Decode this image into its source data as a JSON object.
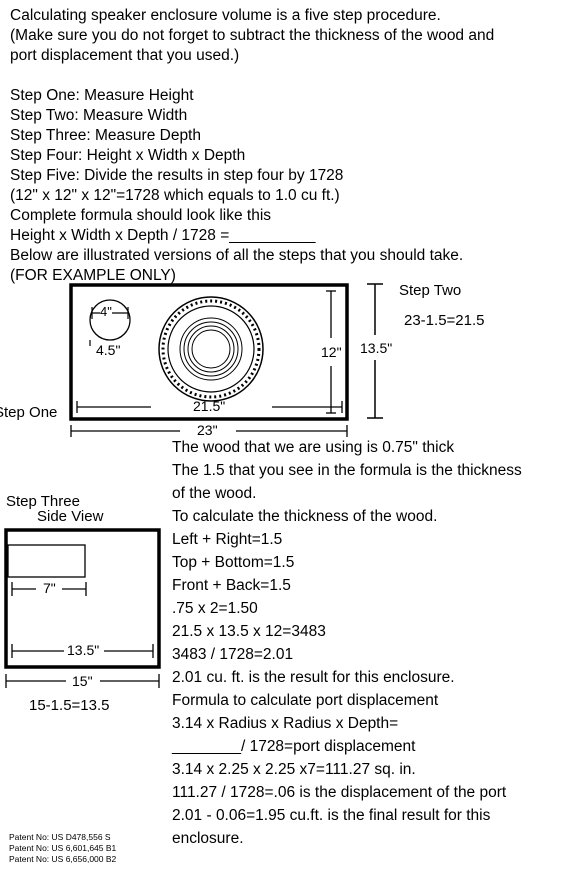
{
  "intro": [
    "Calculating speaker enclosure volume is a five step procedure.",
    "(Make sure you do not forget to subtract the thickness of the wood and",
    "port displacement that you used.)"
  ],
  "steps": [
    "Step One:    Measure Height",
    "Step Two:    Measure Width",
    "Step Three: Measure Depth",
    "Step Four:   Height x Width x Depth",
    "Step Five:   Divide the results in step four by 1728",
    "(12\" x 12\" x 12\"=1728 which equals to 1.0 cu ft.)",
    "Complete formula should look like this",
    "Height x Width x Depth / 1728 =__________",
    "Below are illustrated versions of all the steps that you should take.",
    "(FOR EXAMPLE ONLY)"
  ],
  "front_view": {
    "port_dia": "4\"",
    "port_offset": "4.5\"",
    "height_inner": "12\"",
    "height_outer": "13.5\"",
    "width_inner": "21.5\"",
    "width_outer": "23\"",
    "step_one_label": "Step One",
    "step_two_label": "Step Two",
    "step_two_calc": "23-1.5=21.5"
  },
  "side_view": {
    "title": "Step Three",
    "subtitle": "Side View",
    "port_depth": "7\"",
    "depth_inner": "13.5\"",
    "depth_outer": "15\"",
    "calc": "15-1.5=13.5"
  },
  "notes": [
    "The wood that we are using is 0.75\" thick",
    "The 1.5 that you see in the formula is the thickness",
    "of the wood.",
    "To calculate the thickness of the wood.",
    "Left + Right=1.5",
    "Top + Bottom=1.5",
    "Front + Back=1.5",
    ".75 x 2=1.50",
    "21.5 x 13.5 x 12=3483",
    "3483 / 1728=2.01",
    "2.01 cu. ft. is the result for this enclosure.",
    "Formula to calculate port displacement",
    "3.14 x Radius x Radius x Depth=",
    "________/ 1728=port displacement",
    "3.14 x 2.25 x 2.25 x7=111.27 sq. in.",
    "111.27 / 1728=.06 is the displacement of the port",
    "2.01 - 0.06=1.95 cu.ft. is the final result for this",
    "enclosure."
  ],
  "patents": [
    "Patent No: US D478,556 S",
    "Patent No: US 6,601,645 B1",
    "Patent No: US 6,656,000 B2"
  ]
}
